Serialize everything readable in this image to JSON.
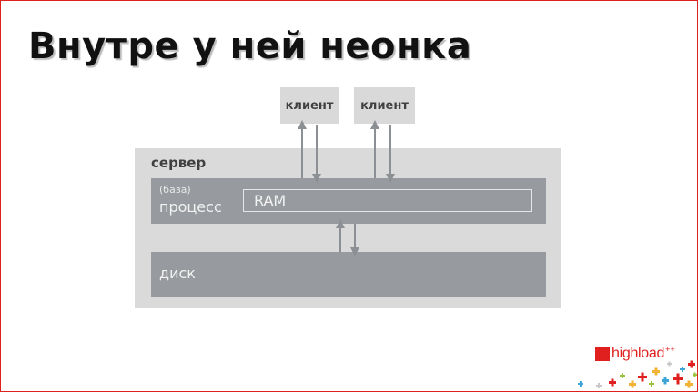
{
  "slide": {
    "title": "Внутре у ней неонка"
  },
  "diagram": {
    "clients": [
      {
        "label": "клиент"
      },
      {
        "label": "клиент"
      }
    ],
    "server": {
      "label": "сервер",
      "process": {
        "sublabel": "(база)",
        "label": "процесс",
        "ram_label": "RAM"
      },
      "disk": {
        "label": "диск"
      }
    }
  },
  "logo": {
    "text": "highload",
    "superscript": "++",
    "brand_color": "#e0201e"
  },
  "colors": {
    "box_light": "#d9d9d9",
    "box_dark": "#979a9e",
    "arrow": "#8c8f93"
  }
}
